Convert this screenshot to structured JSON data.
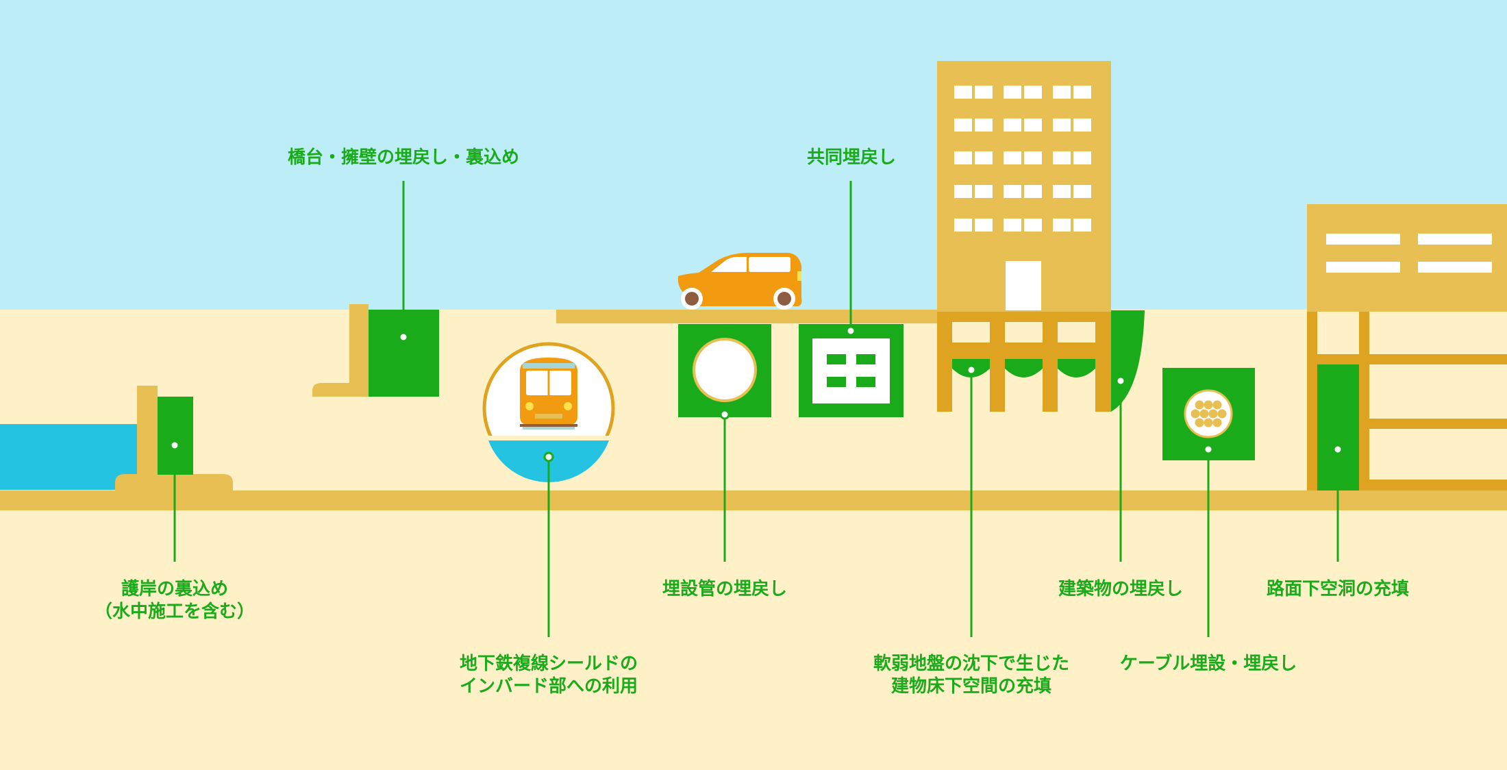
{
  "callouts": {
    "bridge_retaining_wall": "橋台・擁壁の埋戻し・裏込め",
    "utility_tunnel": "共同埋戻し",
    "seawall_line1": "護岸の裏込め",
    "seawall_line2": "（水中施工を含む）",
    "buried_pipe": "埋設管の埋戻し",
    "building_backfill": "建築物の埋戻し",
    "road_cavity": "路面下空洞の充填",
    "subway_line1": "地下鉄複線シールドの",
    "subway_line2": "インバード部への利用",
    "soft_ground_line1": "軟弱地盤の沈下で生じた",
    "soft_ground_line2": "建物床下空間の充填",
    "cable_line": "ケーブル埋設・埋戻し"
  },
  "colors": {
    "sky": "#bdeef7",
    "ground": "#fef1c8",
    "structure": "#e7bf52",
    "structure_dark": "#dda321",
    "fill_green": "#1aab1a",
    "sea": "#24c3e2",
    "car": "#f39b10",
    "white": "#ffffff"
  },
  "icons": [
    "car-icon",
    "train-icon",
    "cable-bundle-icon"
  ]
}
